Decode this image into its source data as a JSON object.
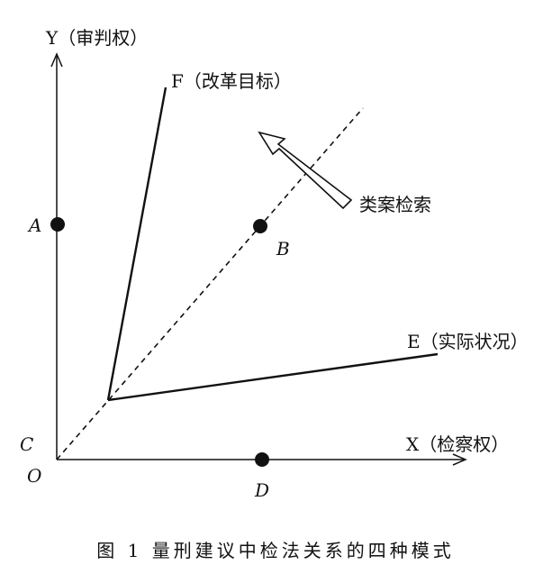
{
  "axes": {
    "y_label": "Y（审判权）",
    "x_label": "X（检察权）",
    "origin_label": "O"
  },
  "lines": {
    "f_label": "F（改革目标）",
    "e_label": "E（实际状况）"
  },
  "points": {
    "a": "A",
    "b": "B",
    "c": "C",
    "d": "D"
  },
  "arrow_label": "类案检索",
  "caption": "图 1  量刑建议中检法关系的四种模式"
}
